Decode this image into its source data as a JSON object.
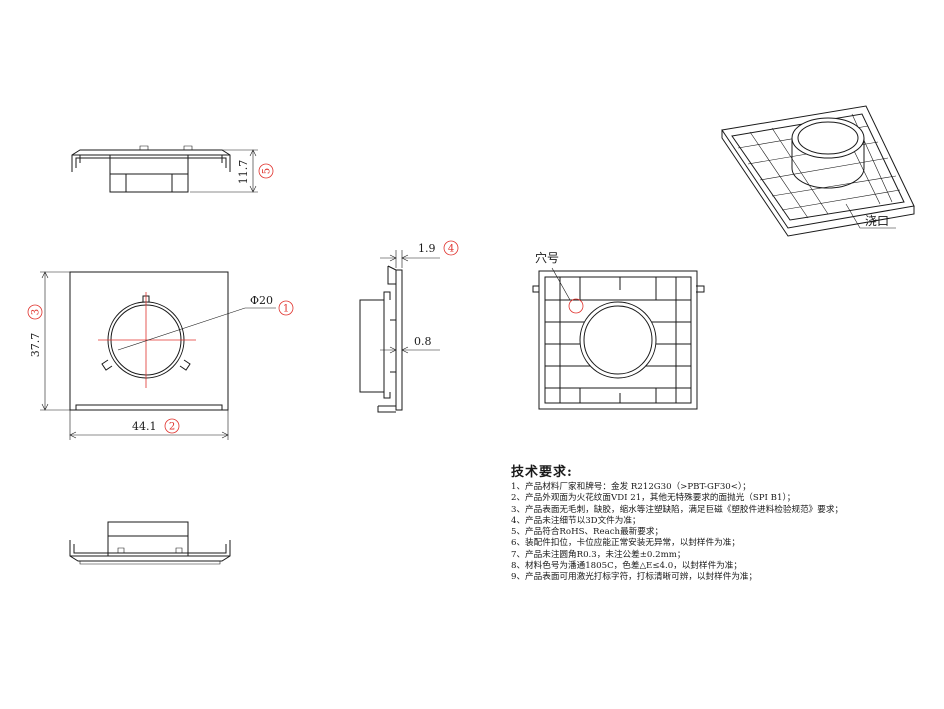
{
  "dimensions": {
    "height_side": "11.7",
    "height_side_tag": "5",
    "thickness": "1.9",
    "thickness_tag": "4",
    "wall": "0.8",
    "height_front": "37.7",
    "height_front_tag": "3",
    "width_front": "44.1",
    "width_front_tag": "2",
    "hole_dia": "Φ20",
    "hole_dia_tag": "1"
  },
  "labels": {
    "hole_mark": "穴号",
    "gate": "浇口"
  },
  "requirements": {
    "title": "技术要求:",
    "items": [
      "1、产品材料厂家和牌号：金发 R212G30（>PBT-GF30<）；",
      "2、产品外观面为火花纹面VDI 21，其他无特殊要求的面抛光（SPI B1）；",
      "3、产品表面无毛刺，缺胶，缩水等注塑缺陷，满足巨磁《塑胶件进料检验规范》要求；",
      "4、产品未注细节以3D文件为准；",
      "5、产品符合RoHS、Reach最新要求；",
      "6、装配件扣位，卡位应能正常安装无异常，以封样件为准；",
      "7、产品未注圆角R0.3，未注公差±0.2mm；",
      "8、材料色号为潘通1805C，色差△E≤4.0，以封样件为准；",
      "9、产品表面可用激光打标字符，打标清晰可辨，以封样件为准；"
    ]
  },
  "colors": {
    "line": "#1a1a1a",
    "callout": "#e0312c"
  }
}
